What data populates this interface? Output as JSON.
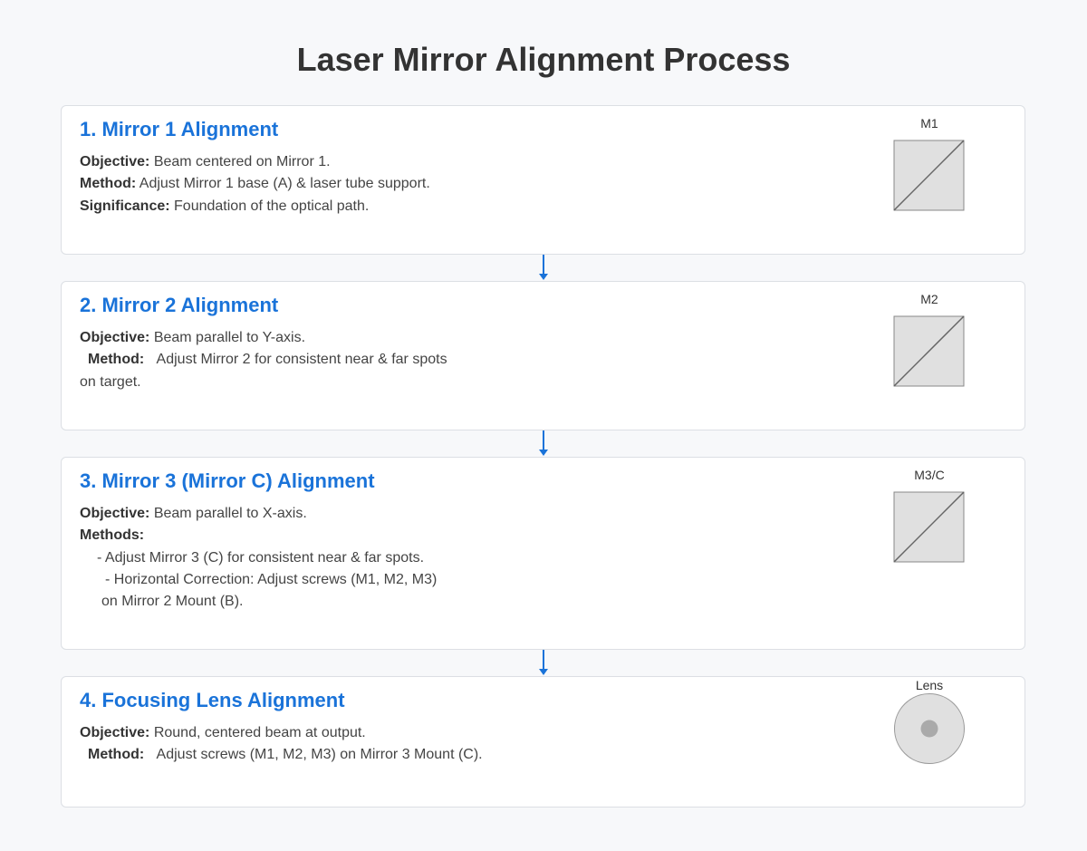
{
  "title": "Laser Mirror Alignment Process",
  "steps": [
    {
      "heading": "1. Mirror 1 Alignment",
      "icon_label": "M1",
      "icon": "mirror-icon",
      "objective_label": "Objective:",
      "objective": "Beam centered on Mirror 1.",
      "method_label": "Method:",
      "method": "Adjust Mirror 1 base (A) & laser tube support.",
      "significance_label": "Significance:",
      "significance": "Foundation of the optical path."
    },
    {
      "heading": "2. Mirror 2 Alignment",
      "icon_label": "M2",
      "icon": "mirror-icon",
      "objective_label": "Objective:",
      "objective": "Beam parallel to Y-axis.",
      "method_label": "Method:",
      "method": "Adjust Mirror 2 for consistent near & far spots",
      "method_cont": "on target."
    },
    {
      "heading": "3. Mirror 3 (Mirror C) Alignment",
      "icon_label": "M3/C",
      "icon": "mirror-icon",
      "objective_label": "Objective:",
      "objective": "Beam parallel to X-axis.",
      "methods_label": "Methods:",
      "method_items": [
        "- Adjust Mirror 3 (C) for consistent near & far spots.",
        "- Horizontal Correction: Adjust screws (M1, M2, M3)",
        "on Mirror 2 Mount (B)."
      ]
    },
    {
      "heading": "4. Focusing Lens Alignment",
      "icon_label": "Lens",
      "icon": "lens-icon",
      "objective_label": "Objective:",
      "objective": "Round, centered beam at output.",
      "method_label": "Method:",
      "method": "Adjust screws (M1, M2, M3) on Mirror 3 Mount (C)."
    }
  ],
  "colors": {
    "accent": "#1a73d9",
    "card_border": "#dcdfe4",
    "background": "#f7f8fa",
    "icon_fill": "#e0e0e0",
    "icon_stroke": "#888888"
  }
}
